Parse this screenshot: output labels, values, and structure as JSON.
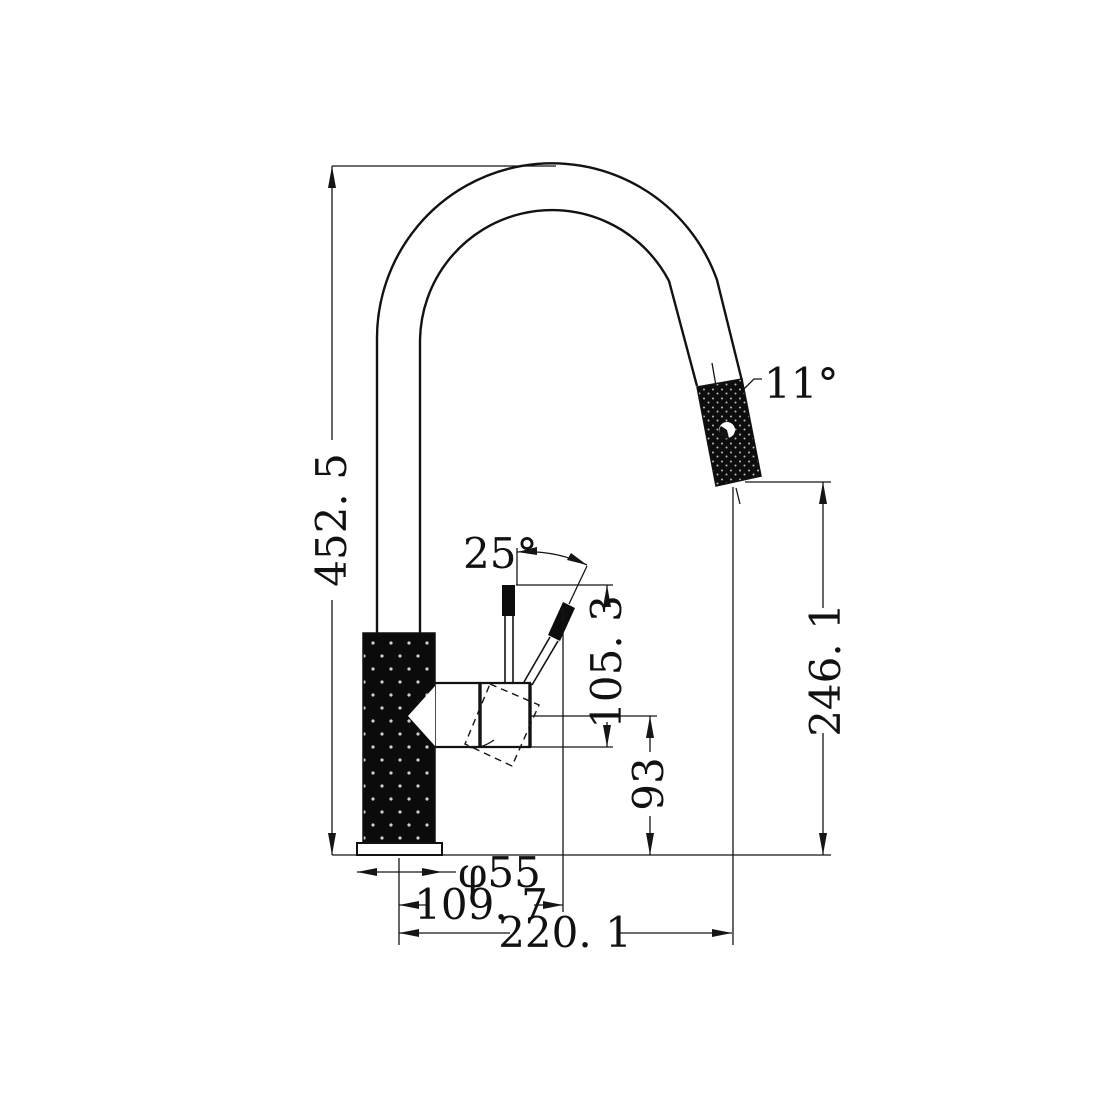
{
  "drawing": {
    "title": "faucet-dimension-drawing",
    "line_color": "#121212",
    "background": "#ffffff",
    "dimensions": {
      "total_height": "452. 5",
      "spout_to_counter": "246. 1",
      "handle_top_to_outlet": "105. 3",
      "outlet_height": "93",
      "handle_swing_angle": "25°",
      "spray_head_angle": "11°",
      "base_diameter": "φ55",
      "handle_reach": "109. 7",
      "spout_reach": "220. 1"
    }
  }
}
